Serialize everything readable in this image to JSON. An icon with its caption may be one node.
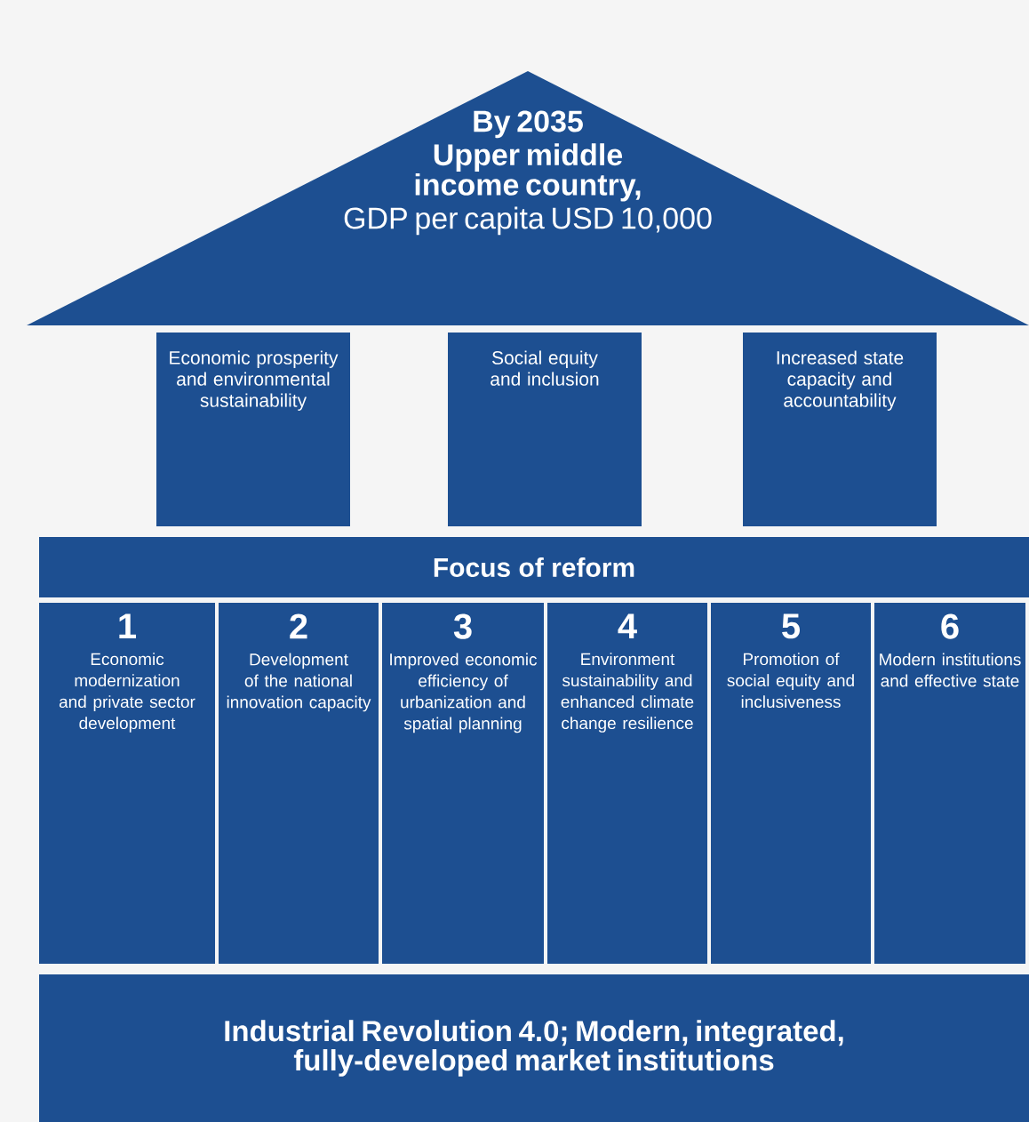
{
  "diagram": {
    "nodes": [
      {
        "text": [
          "By 2035",
          "Upper middle income country,",
          "GDP per capita USD 10,000"
        ]
      },
      {
        "text": [
          "Economic prosperity and environmental sustainability"
        ]
      },
      {
        "text": [
          "Social equity and inclusion"
        ]
      },
      {
        "text": [
          "Increased state capacity and accountability"
        ]
      },
      {
        "text": [
          "Focus of reform"
        ]
      },
      {
        "text": [
          "1",
          "Economic modernization and private sector development"
        ]
      },
      {
        "text": [
          "2",
          "Development of the national innovation capacity"
        ]
      },
      {
        "text": [
          "3",
          "Improved economic efficiency of urbanization and spatial planning"
        ]
      },
      {
        "text": [
          "4",
          "Environment sustainability and enhanced climate change resilience"
        ]
      },
      {
        "text": [
          "5",
          "Promotion of social equity and inclusiveness"
        ]
      },
      {
        "text": [
          "6",
          "Modern institutions and effective state"
        ]
      },
      {
        "text": [
          "Industrial Revolution 4.0; Modern, integrated, fully-developed market institutions"
        ]
      }
    ]
  }
}
